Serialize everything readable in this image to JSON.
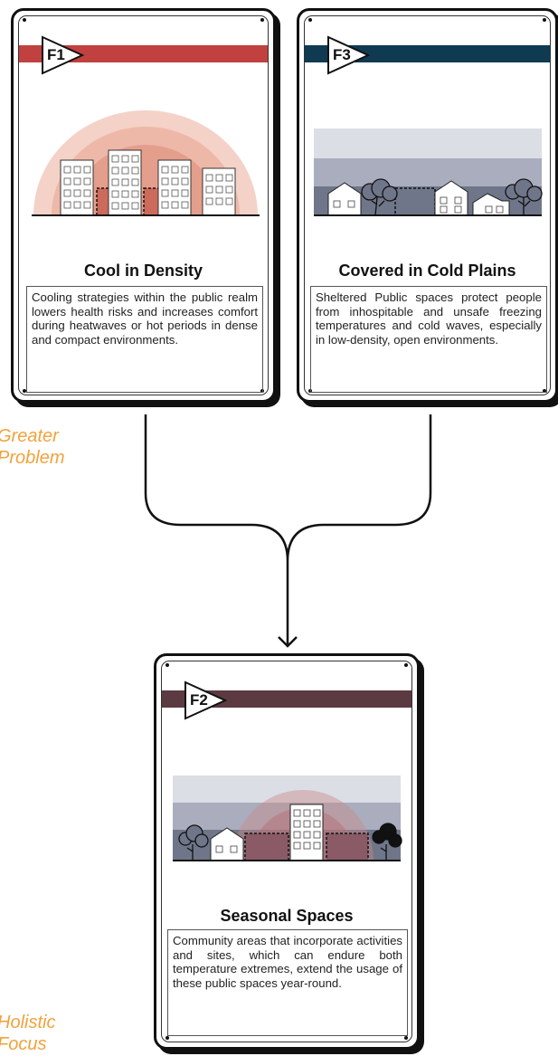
{
  "side_labels": {
    "top": [
      "Greater",
      "Problem"
    ],
    "bottom": [
      "Holistic",
      "Focus"
    ]
  },
  "cards": {
    "f1": {
      "tag": "F1",
      "title": "Cool in Density",
      "description": "Cooling strategies within the public realm lowers health risks and increases comfort during heatwaves or hot periods in dense and compact environments.",
      "band_color": "#c0413f"
    },
    "f3": {
      "tag": "F3",
      "title": "Covered in Cold Plains",
      "description": "Sheltered Public spaces protect people from inhospitable and unsafe freezing temperatures and cold waves, especially in low-density, open environments.",
      "band_color": "#0f3a52"
    },
    "f2": {
      "tag": "F2",
      "title": "Seasonal Spaces",
      "description": "Community areas that incorporate activities and sites, which can endure both temperature extremes, extend the usage of these public spaces year-round.",
      "band_color": "#5c3a42"
    }
  },
  "connector_color": "#111111",
  "label_color": "#f2a23c"
}
